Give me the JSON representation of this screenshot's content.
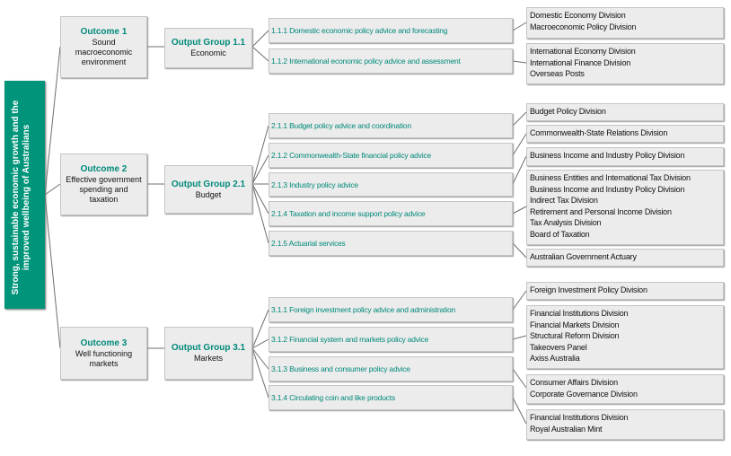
{
  "root": {
    "text": "Strong, sustainable economic growth and the improved wellbeing of Australians"
  },
  "outcomes": [
    {
      "title": "Outcome 1",
      "desc": "Sound macroeconomic environment",
      "output_group": {
        "title": "Output Group 1.1",
        "name": "Economic"
      },
      "subs": [
        "1.1.1 Domestic economic policy advice and forecasting",
        "1.1.2 International economic policy advice and assessment"
      ]
    },
    {
      "title": "Outcome 2",
      "desc": "Effective government spending and taxation",
      "output_group": {
        "title": "Output Group 2.1",
        "name": "Budget"
      },
      "subs": [
        "2.1.1 Budget policy advice and coordination",
        "2.1.2 Commonwealth-State financial policy advice",
        "2.1.3 Industry policy advice",
        "2.1.4 Taxation and income support policy advice",
        "2.1.5 Actuarial services"
      ]
    },
    {
      "title": "Outcome 3",
      "desc": "Well functioning markets",
      "output_group": {
        "title": "Output Group 3.1",
        "name": "Markets"
      },
      "subs": [
        "3.1.1 Foreign investment policy advice and administration",
        "3.1.2 Financial system and markets policy advice",
        "3.1.3 Business and consumer policy advice",
        "3.1.4 Circulating coin and like products"
      ]
    }
  ],
  "divisions": [
    [
      "Domestic Economy Division",
      "Macroeconomic Policy Division"
    ],
    [
      "International Economy Division",
      "International Finance Division",
      "Overseas Posts"
    ],
    [
      "Budget Policy Division"
    ],
    [
      "Commonwealth-State Relations Division"
    ],
    [
      "Business Income and Industry Policy Division"
    ],
    [
      "Business Entities and International Tax Division",
      "Business Income and Industry Policy Division",
      "Indirect Tax Division",
      "Retirement and Personal Income Division",
      "Tax Analysis Division",
      "Board of Taxation"
    ],
    [
      "Australian Government Actuary"
    ],
    [
      "Foreign Investment Policy Division"
    ],
    [
      "Financial Institutions Division",
      "Financial Markets Division",
      "Structural Reform Division",
      "Takeovers Panel",
      "Axiss Australia"
    ],
    [
      "Consumer Affairs Division",
      "Corporate Governance Division"
    ],
    [
      "Financial Institutions Division",
      "Royal Australian Mint"
    ]
  ]
}
